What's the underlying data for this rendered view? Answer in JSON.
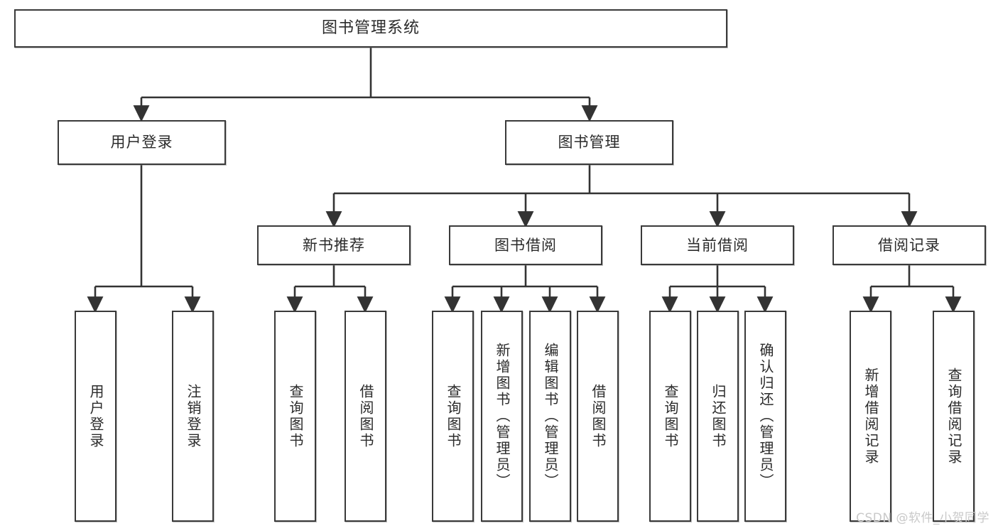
{
  "diagram": {
    "title": "图书管理系统",
    "type": "tree",
    "orientation": "top-down",
    "colors": {
      "box_border": "#3a3a3a",
      "box_fill": "#ffffff",
      "connector": "#333333",
      "text": "#2b2b2b",
      "watermark": "#c9c9c9",
      "background": "#ffffff"
    },
    "nodes": {
      "root": {
        "label": "图书管理系统"
      },
      "level2": [
        {
          "id": "user-login",
          "label": "用户登录"
        },
        {
          "id": "book-management",
          "label": "图书管理"
        }
      ],
      "level3": [
        {
          "id": "new-book-recommend",
          "label": "新书推荐"
        },
        {
          "id": "book-borrow",
          "label": "图书借阅"
        },
        {
          "id": "current-borrow",
          "label": "当前借阅"
        },
        {
          "id": "borrow-record",
          "label": "借阅记录"
        }
      ],
      "leaves": {
        "user_login": [
          {
            "id": "leaf-user-login",
            "label": "用户登录"
          },
          {
            "id": "leaf-logout",
            "label": "注销登录"
          }
        ],
        "new_book_recommend": [
          {
            "id": "leaf-query-book-1",
            "label": "查询图书"
          },
          {
            "id": "leaf-borrow-book-1",
            "label": "借阅图书"
          }
        ],
        "book_borrow": [
          {
            "id": "leaf-query-book-2",
            "label": "查询图书"
          },
          {
            "id": "leaf-add-book",
            "label": "新增图书（管理员）"
          },
          {
            "id": "leaf-edit-book",
            "label": "编辑图书（管理员）"
          },
          {
            "id": "leaf-borrow-book-2",
            "label": "借阅图书"
          }
        ],
        "current_borrow": [
          {
            "id": "leaf-query-book-3",
            "label": "查询图书"
          },
          {
            "id": "leaf-return-book",
            "label": "归还图书"
          },
          {
            "id": "leaf-confirm-return",
            "label": "确认归还（管理员）"
          }
        ],
        "borrow_record": [
          {
            "id": "leaf-add-record",
            "label": "新增借阅记录"
          },
          {
            "id": "leaf-query-record",
            "label": "查询借阅记录"
          }
        ]
      }
    },
    "watermark": "CSDN @软件_小贺同学"
  }
}
